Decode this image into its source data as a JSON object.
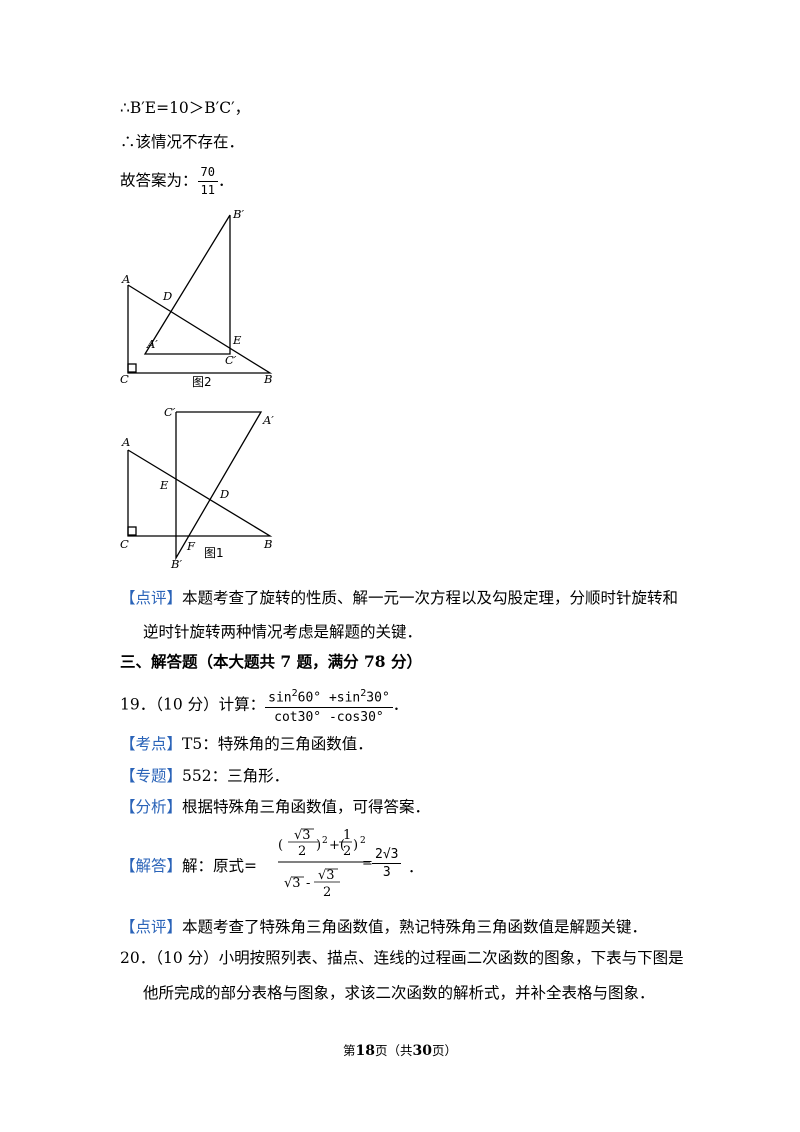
{
  "lines": {
    "l1": "∴B′E=10＞B′C′，",
    "l2": "∴该情况不存在．",
    "l3_prefix": "故答案为：",
    "l3_num": "70",
    "l3_den": "11",
    "l3_suffix": "．"
  },
  "figure2": {
    "caption": "图2",
    "labels": {
      "B_prime": "B′",
      "A": "A",
      "D": "D",
      "A_prime": "A′",
      "E": "E",
      "C_prime": "C′",
      "C": "C",
      "B": "B"
    }
  },
  "figure1": {
    "caption": "图1",
    "labels": {
      "C_prime": "C′",
      "A_prime": "A′",
      "A": "A",
      "E": "E",
      "D": "D",
      "C": "C",
      "F": "F",
      "B": "B",
      "B_prime": "B′"
    }
  },
  "comment1": {
    "tag": "【点评】",
    "text1": "本题考查了旋转的性质、解一元一次方程以及勾股定理，分顺时针旋转和",
    "text2": "逆时针旋转两种情况考虑是解题的关键．"
  },
  "section": {
    "heading": "三、解答题（本大题共 7 题，满分 78 分）"
  },
  "q19": {
    "number": "19．（10 分）计算：",
    "num_expr": "sin²60°+sin²30°",
    "num_a": "sin",
    "num_a_exp": "2",
    "num_a_ang": "60°",
    "num_plus": " +sin",
    "num_b_exp": "2",
    "num_b_ang": "30°",
    "den_expr": "cot30° -cos30°",
    "end": "．",
    "kaodian_tag": "【考点】",
    "kaodian_text": "T5：特殊角的三角函数值．",
    "zhuanti_tag": "【专题】",
    "zhuanti_text": "552：三角形．",
    "fenxi_tag": "【分析】",
    "fenxi_text": "根据特殊角三角函数值，可得答案．",
    "jieda_tag": "【解答】",
    "jieda_text": "解：原式=",
    "result_num": "2√3",
    "result_den": "3",
    "sol_end": "．",
    "dianping_tag": "【点评】",
    "dianping_text": "本题考查了特殊角三角函数值，熟记特殊角三角函数值是解题关键．"
  },
  "q20": {
    "text1": "20．（10 分）小明按照列表、描点、连线的过程画二次函数的图象，下表与下图是",
    "text2": "他所完成的部分表格与图象，求该二次函数的解析式，并补全表格与图象．"
  },
  "footer": {
    "prefix": "第",
    "page": "18",
    "mid": "页（共",
    "total": "30",
    "suffix": "页）"
  }
}
